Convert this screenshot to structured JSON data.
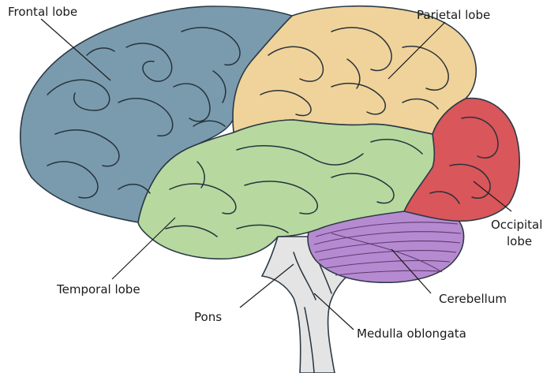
{
  "labels": {
    "frontal": "Frontal lobe",
    "parietal": "Parietal lobe",
    "occipital_1": "Occipital",
    "occipital_2": "lobe",
    "temporal": "Temporal lobe",
    "pons": "Pons",
    "cerebellum": "Cerebellum",
    "medulla": "Medulla oblongata"
  },
  "colors": {
    "frontal": "#7a9bae",
    "parietal": "#f0d39a",
    "temporal": "#b7d9a0",
    "occipital": "#d9565a",
    "cerebellum": "#b68ad0",
    "brainstem": "#e4e4e4"
  }
}
